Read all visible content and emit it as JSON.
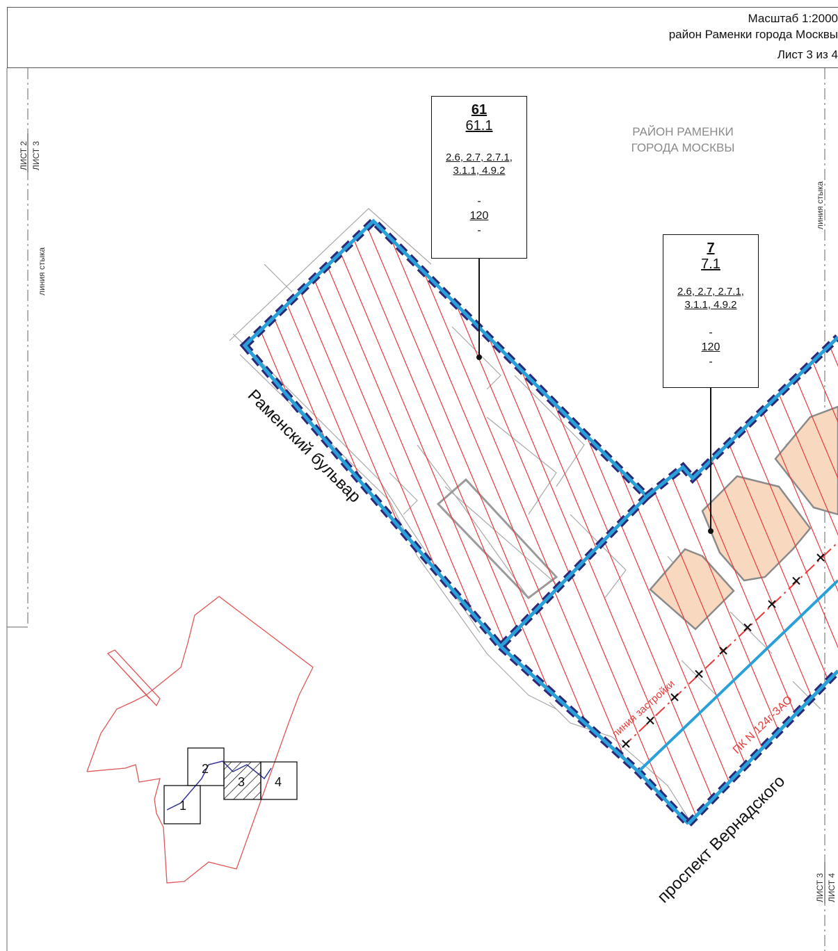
{
  "header": {
    "scale": "Масштаб 1:2000",
    "district": "район Раменки города Москвы",
    "sheet": "Лист 3 из 4"
  },
  "district_label": [
    "РАЙОН РАМЕНКИ",
    "ГОРОДА МОСКВЫ"
  ],
  "edge_labels": {
    "left_sheet_a": "ЛИСТ 2",
    "left_sheet_b": "ЛИСТ 3",
    "left_joint": "линия стыка",
    "right_joint": "линия стыка",
    "bottom_sheet_a": "ЛИСТ 3",
    "bottom_sheet_b": "ЛИСТ 4"
  },
  "zones": [
    {
      "id": "61",
      "subzone": "61.1",
      "codes": [
        "2.6, 2.7, 2.7.1,",
        "3.1.1, 4.9.2"
      ],
      "dash": "-",
      "height": "120",
      "dash2": "-"
    },
    {
      "id": "7",
      "subzone": "7.1",
      "codes": [
        "2.6, 2.7, 2.7.1,",
        "3.1.1, 4.9.2"
      ],
      "dash": "-",
      "height": "120",
      "dash2": "-"
    }
  ],
  "streets": {
    "boulevard": "Раменский бульвар",
    "prospect": "проспект Вернадского"
  },
  "annotations": {
    "building_line": "линия застройки",
    "pk": "ПК N 124г-ЗАО"
  },
  "key_map": {
    "sheets": [
      "1",
      "2",
      "3",
      "4"
    ],
    "current_sheet": "3"
  },
  "colors": {
    "boundary_blue": "#2aa0d8",
    "boundary_dash": "#2b2a7a",
    "hatch_red": "#e83a3a",
    "building_fill": "#f8d9bf",
    "base_gray": "#9a9a9a"
  }
}
